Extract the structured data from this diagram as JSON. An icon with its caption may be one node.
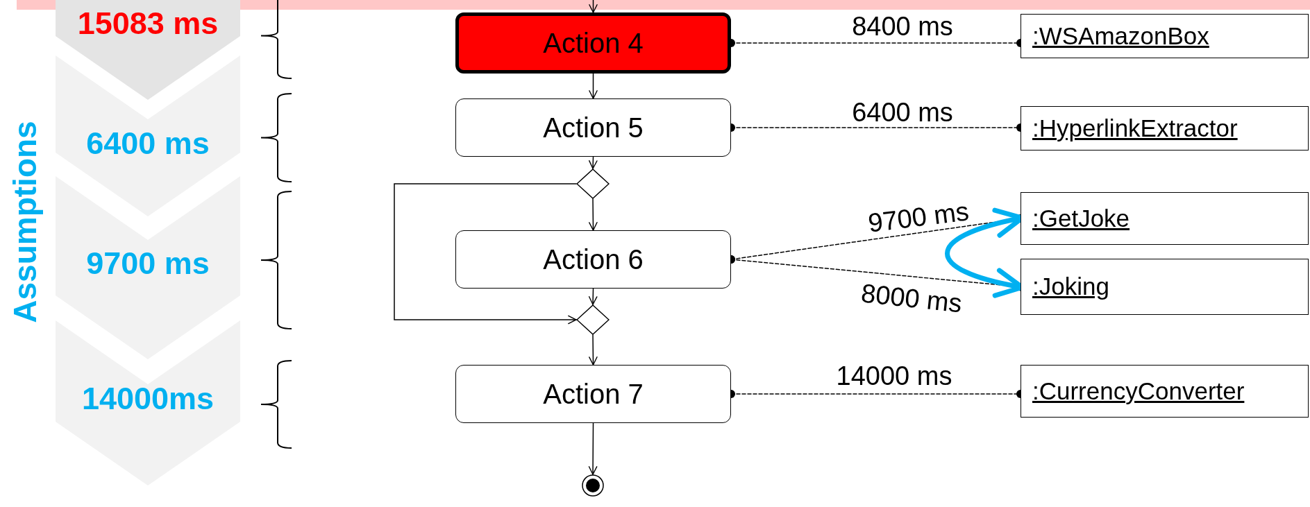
{
  "diagram": {
    "nodes": [
      {
        "text": [
          "Action 4"
        ]
      },
      {
        "text": [
          "Action 5"
        ]
      },
      {
        "text": [],
        "shape": "diamond"
      },
      {
        "text": [
          "Action 6"
        ]
      },
      {
        "text": [],
        "shape": "diamond"
      },
      {
        "text": [
          "Action 7"
        ]
      },
      {
        "text": [],
        "shape": "circle"
      },
      {
        "text": [
          ":WSAmazonBox"
        ]
      },
      {
        "text": [
          ":HyperlinkExtractor"
        ]
      },
      {
        "text": [
          ":GetJoke"
        ]
      },
      {
        "text": [
          ":Joking"
        ]
      },
      {
        "text": [
          ":CurrencyConverter"
        ]
      },
      {
        "text": [
          "15083 ms"
        ]
      },
      {
        "text": [
          "6400 ms"
        ]
      },
      {
        "text": [
          "9700 ms"
        ]
      },
      {
        "text": [
          "14000ms"
        ]
      }
    ],
    "edges": [
      {
        "from": null,
        "to": 0,
        "arrow": "to"
      },
      {
        "from": 0,
        "to": 1,
        "arrow": "to"
      },
      {
        "from": 1,
        "to": 2,
        "arrow": "to"
      },
      {
        "from": 2,
        "to": 3,
        "arrow": "to"
      },
      {
        "from": 3,
        "to": 4,
        "arrow": "to"
      },
      {
        "from": 2,
        "to": 4,
        "arrow": "to"
      },
      {
        "from": 4,
        "to": 5,
        "arrow": "to"
      },
      {
        "from": 5,
        "to": 6,
        "arrow": "to"
      },
      {
        "from": 0,
        "to": 7,
        "arrow": "other",
        "label": "8400 ms",
        "style": "dashed"
      },
      {
        "from": 1,
        "to": 8,
        "arrow": "other",
        "label": "6400 ms",
        "style": "dashed"
      },
      {
        "from": 3,
        "to": 9,
        "arrow": "other",
        "label": "9700 ms",
        "style": "dashed"
      },
      {
        "from": 3,
        "to": 10,
        "arrow": "other",
        "label": "8000 ms",
        "style": "dashed"
      },
      {
        "from": 5,
        "to": 11,
        "arrow": "other",
        "label": "14000 ms",
        "style": "dashed"
      },
      {
        "from": 9,
        "to": 10,
        "arrow": "both",
        "style": "thick",
        "color": "#00b0f0"
      }
    ],
    "labels": [
      "Assumptions"
    ]
  }
}
